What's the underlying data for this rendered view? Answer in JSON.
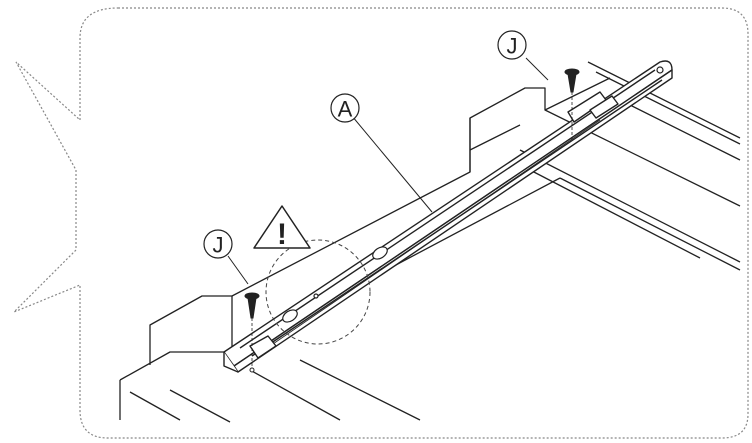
{
  "labels": {
    "part_rail": "A",
    "screw_right": "J",
    "screw_left": "J",
    "warning": "!"
  },
  "colors": {
    "line": "#222222",
    "frame": "#888888",
    "fill": "#ffffff"
  }
}
